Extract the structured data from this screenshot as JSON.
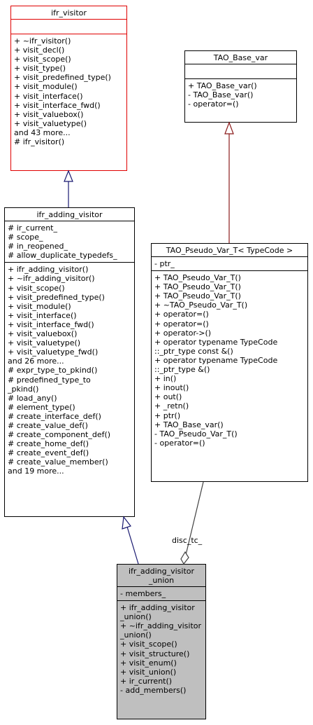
{
  "classes": {
    "ifr_visitor": {
      "title": "ifr_visitor",
      "attributes": [],
      "methods": [
        "+ ~ifr_visitor()",
        "+ visit_decl()",
        "+ visit_scope()",
        "+ visit_type()",
        "+ visit_predefined_type()",
        "+ visit_module()",
        "+ visit_interface()",
        "+ visit_interface_fwd()",
        "+ visit_valuebox()",
        "+ visit_valuetype()",
        "and 43 more...",
        "# ifr_visitor()"
      ],
      "border_color": "#e00000"
    },
    "tao_base_var": {
      "title": "TAO_Base_var",
      "attributes": [],
      "methods": [
        "+ TAO_Base_var()",
        "- TAO_Base_var()",
        "- operator=()"
      ],
      "border_color": "#000000"
    },
    "ifr_adding_visitor": {
      "title": "ifr_adding_visitor",
      "attributes": [
        "# ir_current_",
        "# scope_",
        "# in_reopened_",
        "# allow_duplicate_typedefs_"
      ],
      "methods": [
        "+ ifr_adding_visitor()",
        "+ ~ifr_adding_visitor()",
        "+ visit_scope()",
        "+ visit_predefined_type()",
        "+ visit_module()",
        "+ visit_interface()",
        "+ visit_interface_fwd()",
        "+ visit_valuebox()",
        "+ visit_valuetype()",
        "+ visit_valuetype_fwd()",
        "and 26 more...",
        "# expr_type_to_pkind()",
        "# predefined_type_to",
        "_pkind()",
        "# load_any()",
        "# element_type()",
        "# create_interface_def()",
        "# create_value_def()",
        "# create_component_def()",
        "# create_home_def()",
        "# create_event_def()",
        "# create_value_member()",
        "and 19 more..."
      ],
      "border_color": "#000000"
    },
    "tao_pseudo_var": {
      "title": "TAO_Pseudo_Var_T< TypeCode >",
      "attributes": [
        "- ptr_"
      ],
      "methods": [
        "+ TAO_Pseudo_Var_T()",
        "+ TAO_Pseudo_Var_T()",
        "+ TAO_Pseudo_Var_T()",
        "+ ~TAO_Pseudo_Var_T()",
        "+ operator=()",
        "+ operator=()",
        "+ operator->()",
        "+ operator typename TypeCode",
        "::_ptr_type const &()",
        "+ operator typename TypeCode",
        "::_ptr_type &()",
        "+ in()",
        "+ inout()",
        "+ out()",
        "+ _retn()",
        "+ ptr()",
        "+ TAO_Base_var()",
        "- TAO_Pseudo_Var_T()",
        "- operator=()"
      ],
      "border_color": "#000000"
    },
    "ifr_adding_visitor_union": {
      "title_lines": [
        "ifr_adding_visitor",
        "_union"
      ],
      "attributes": [
        "- members_"
      ],
      "methods": [
        "+ ifr_adding_visitor",
        "_union()",
        "+ ~ifr_adding_visitor",
        "_union()",
        "+ visit_scope()",
        "+ visit_structure()",
        "+ visit_enum()",
        "+ visit_union()",
        "+ ir_current()",
        "- add_members()"
      ],
      "border_color": "#000000",
      "fill_color": "#bfbfbf"
    }
  },
  "edges": {
    "inherit_color": "#191970",
    "realize_color": "#8b1a1a",
    "member_color": "#404040",
    "member_label": "disc_tc_"
  }
}
